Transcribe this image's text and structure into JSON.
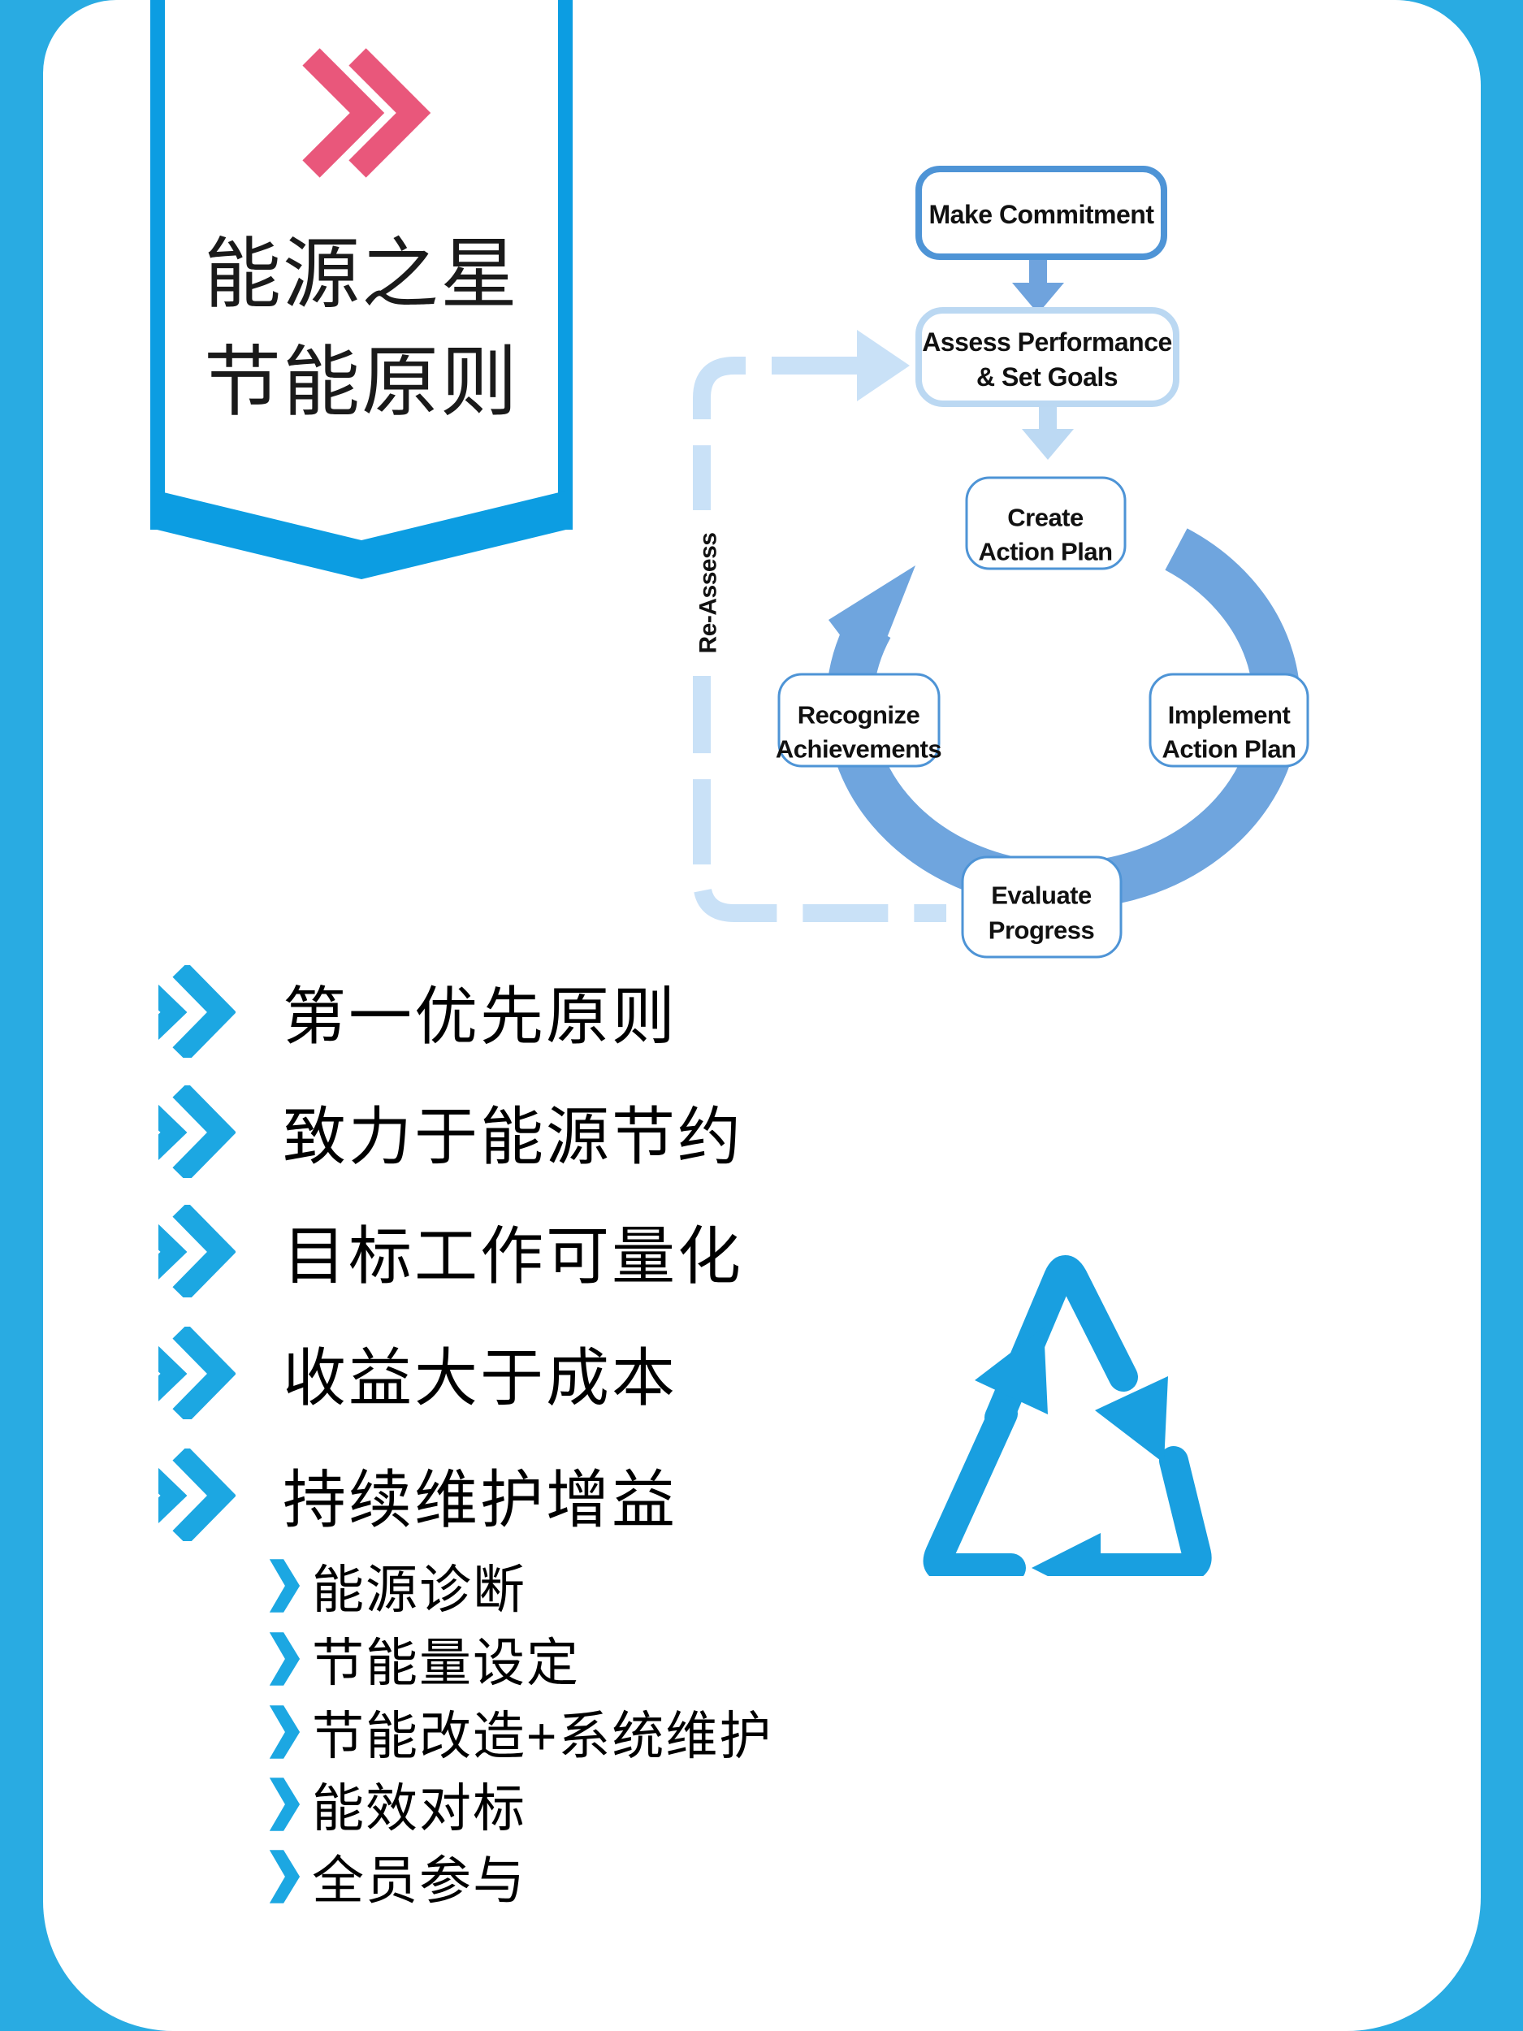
{
  "banner": {
    "title_line1": "能源之星",
    "title_line2": "节能原则"
  },
  "diagram": {
    "re_assess": "Re-Assess",
    "make": "Make Commitment",
    "assess_l1": "Assess Performance",
    "assess_l2": "& Set Goals",
    "create_l1": "Create",
    "create_l2": "Action Plan",
    "implement_l1": "Implement",
    "implement_l2": "Action Plan",
    "evaluate_l1": "Evaluate",
    "evaluate_l2": "Progress",
    "recognize_l1": "Recognize",
    "recognize_l2": "Achievements"
  },
  "principles": [
    {
      "label": "第一优先原则"
    },
    {
      "label": "致力于能源节约"
    },
    {
      "label": "目标工作可量化"
    },
    {
      "label": "收益大于成本"
    },
    {
      "label": "持续维护增益"
    }
  ],
  "sub_principles": [
    {
      "label": "能源诊断"
    },
    {
      "label": "节能量设定"
    },
    {
      "label": "节能改造+系统维护"
    },
    {
      "label": "能效对标"
    },
    {
      "label": "全员参与"
    }
  ],
  "colors": {
    "frame_blue": "#29ABE2",
    "banner_blue": "#0C9DE2",
    "bullet_blue": "#1CA7E2",
    "recycle_blue": "#199FE0",
    "logo_pink": "#E9577B",
    "cycle_medium_blue": "#6FA5DE",
    "cycle_arrow_blue": "#6FA3DD",
    "cycle_strong_border": "#4E94D6",
    "cycle_light_border": "#BBD8F2",
    "cycle_light_fill": "#C9E1F7",
    "cycle_light_arrow": "#BCD9F3"
  }
}
